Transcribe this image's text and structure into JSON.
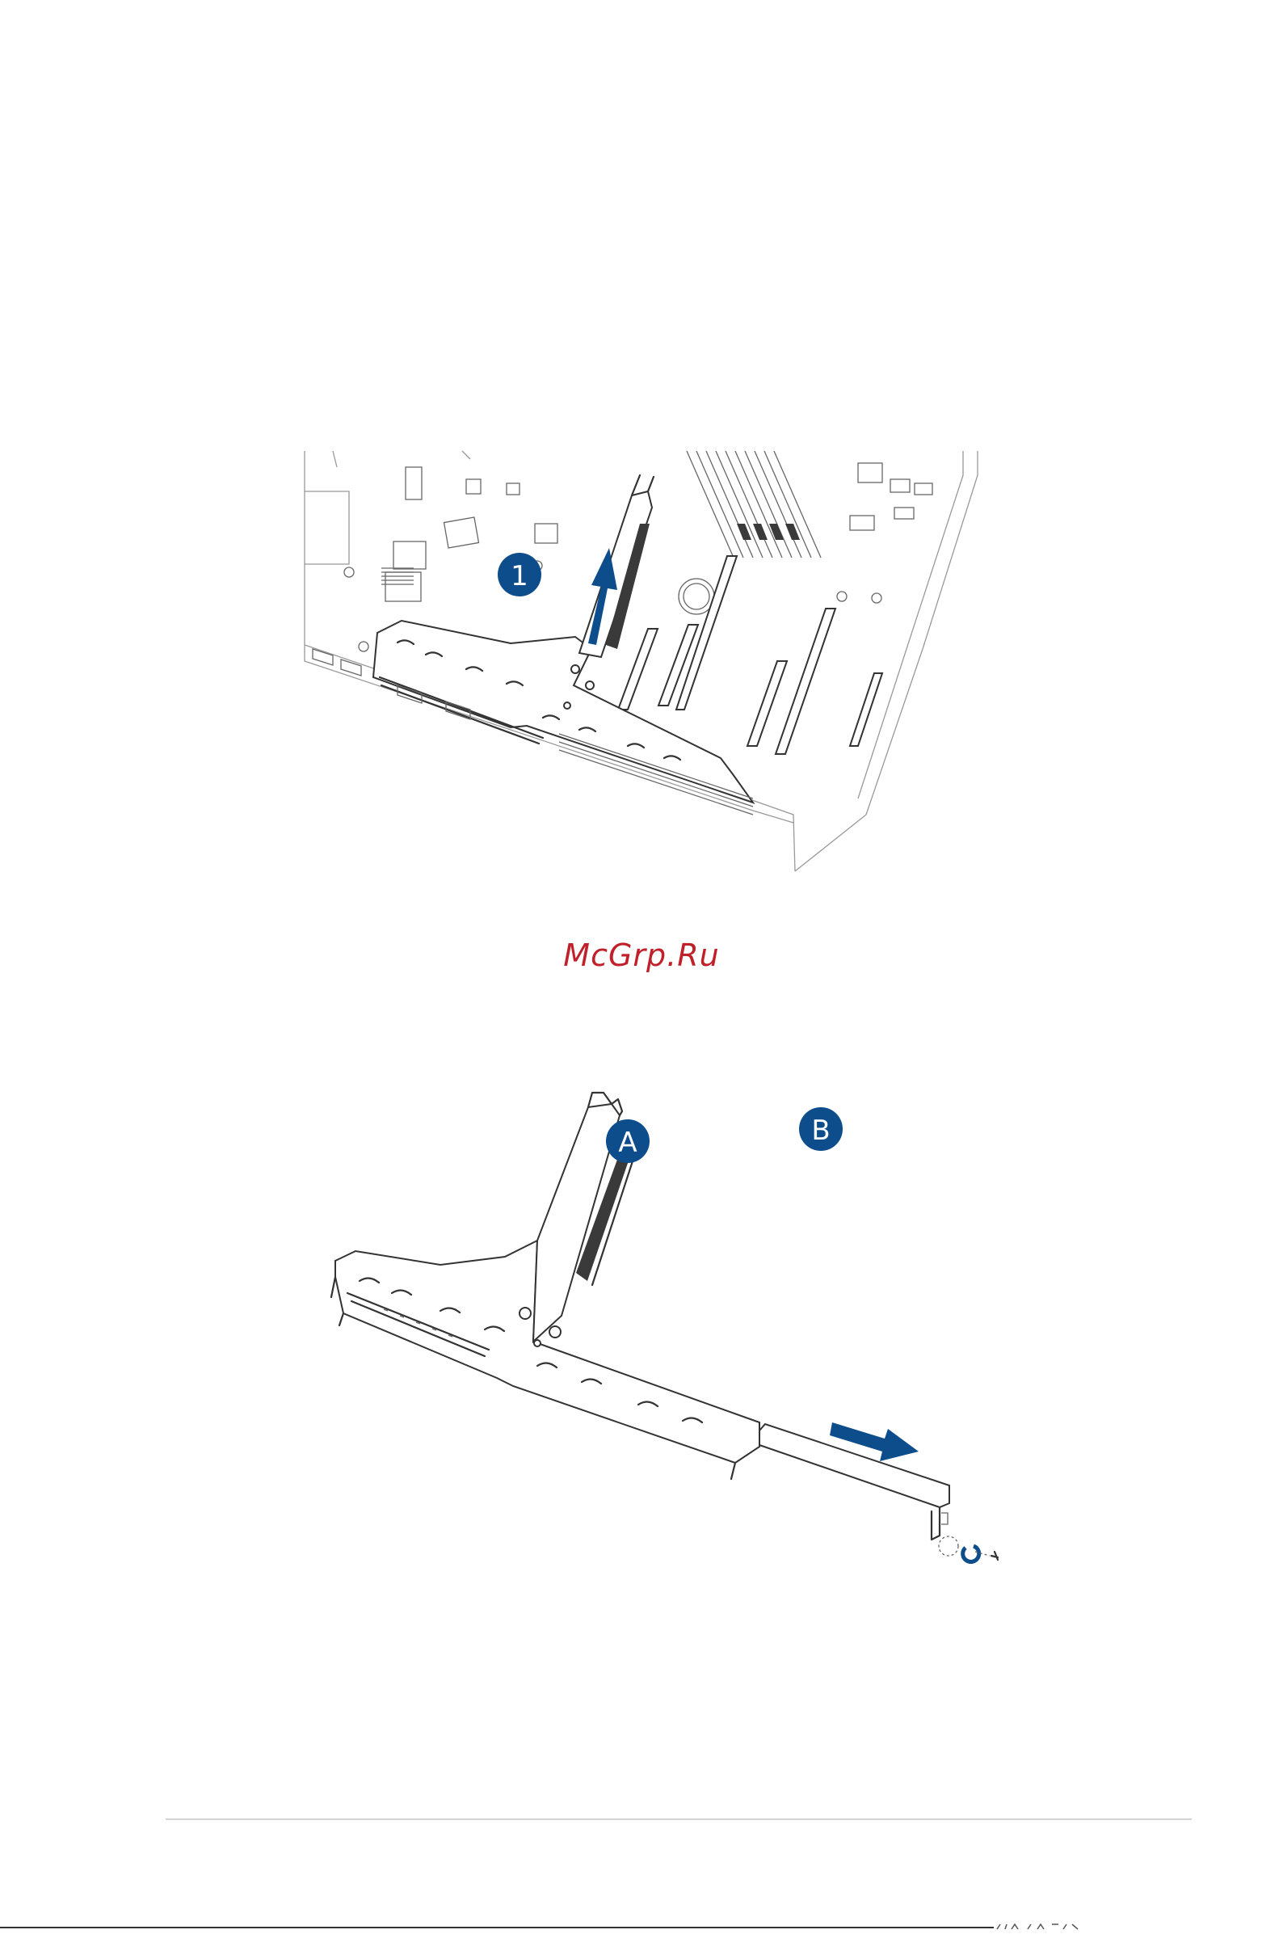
{
  "figure_top": {
    "step_callout": "1",
    "arrow_color": "#0e4d8c"
  },
  "watermark": {
    "text": "McGrp.Ru",
    "color": "#c0202a"
  },
  "figure_bottom": {
    "callout_a": "A",
    "callout_b": "B",
    "arrow_color": "#0e4d8c"
  }
}
